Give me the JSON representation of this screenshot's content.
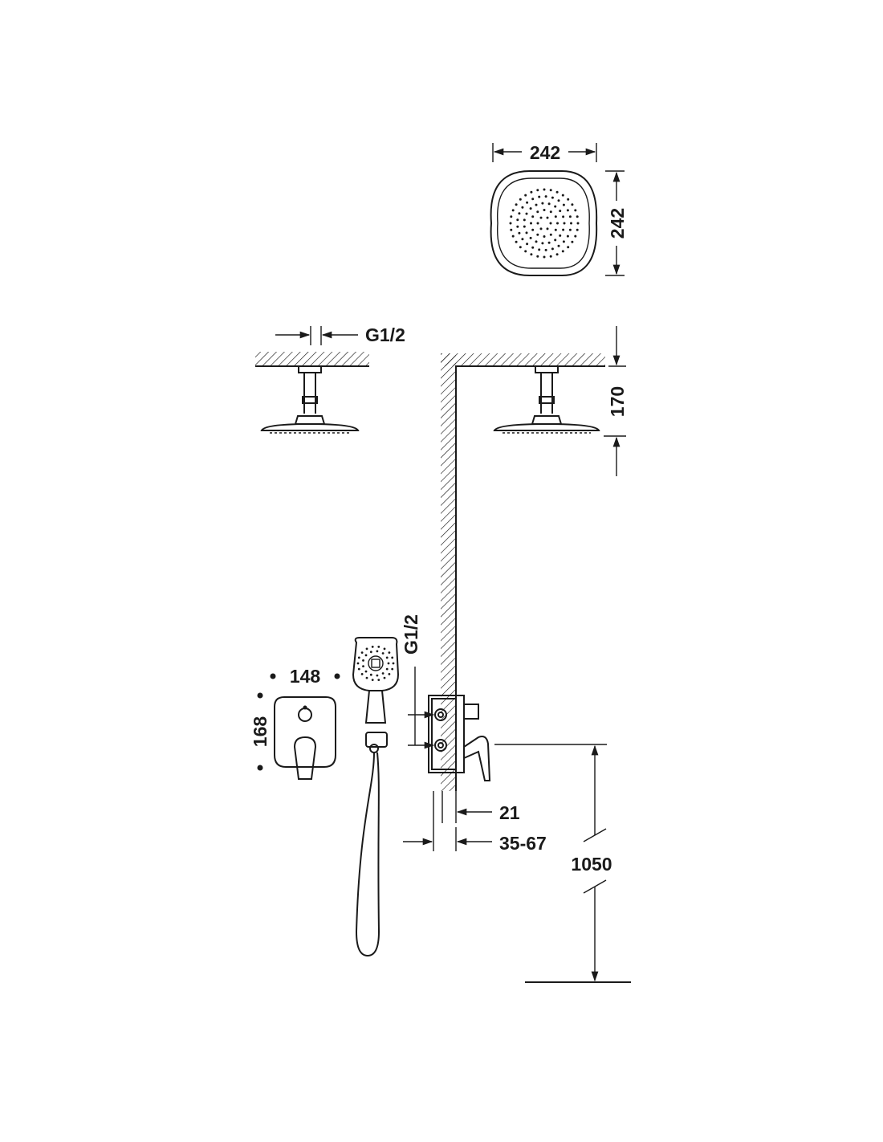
{
  "drawing": {
    "colors": {
      "line": "#1a1a1a",
      "background": "#ffffff"
    },
    "dimensions": {
      "head_width": "242",
      "head_height": "242",
      "thread_top": "G1/2",
      "arm_drop": "170",
      "plate_width": "148",
      "plate_height": "168",
      "thread_valve": "G1/2",
      "plate_offset": "21",
      "wall_depth": "35-67",
      "valve_height": "1050"
    }
  }
}
